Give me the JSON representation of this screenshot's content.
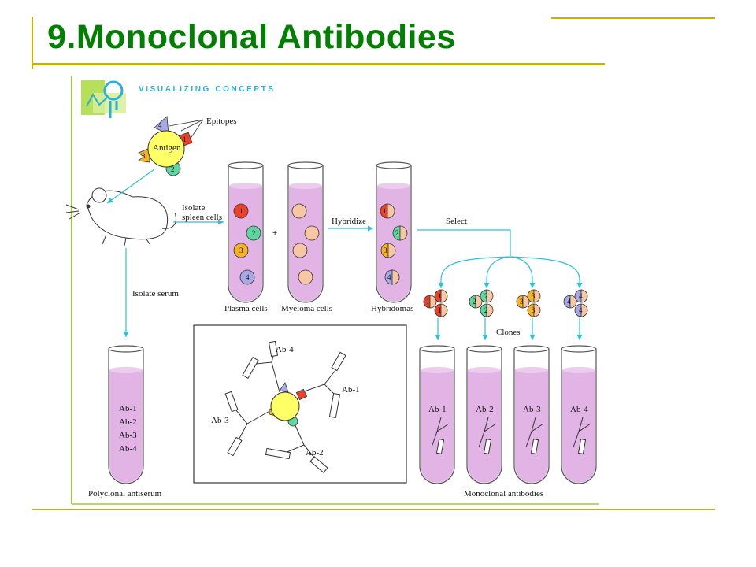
{
  "slide": {
    "title": "9.Monoclonal Antibodies",
    "accent_color": "#008000",
    "rule_color": "#c8b000"
  },
  "diagram": {
    "logo_icon": "visualizing-concepts-logo",
    "visualizing_concepts": "VISUALIZING CONCEPTS",
    "epitopes_label": "Epitopes",
    "antigen_label": "Antigen",
    "epitope_numbers": [
      "1",
      "2",
      "3",
      "4"
    ],
    "isolate_spleen": [
      "Isolate",
      "spleen cells"
    ],
    "isolate_serum": "Isolate serum",
    "plus": "+",
    "hybridize": "Hybridize",
    "select": "Select",
    "plasma_cells": "Plasma cells",
    "myeloma_cells": "Myeloma cells",
    "hybridomas": "Hybridomas",
    "clones": "Clones",
    "polyclonal_antiserum": "Polyclonal antiserum",
    "monoclonal_antibodies": "Monoclonal antibodies",
    "polyclonal_contents": [
      "Ab-1",
      "Ab-2",
      "Ab-3",
      "Ab-4"
    ],
    "monoclonal_tubes": [
      "Ab-1",
      "Ab-2",
      "Ab-3",
      "Ab-4"
    ],
    "inset_labels": [
      "Ab-4",
      "Ab-1",
      "Ab-3",
      "Ab-2"
    ],
    "colors": {
      "epitope_1": "#e8432a",
      "epitope_2": "#5ed6a0",
      "epitope_3": "#f5b323",
      "epitope_4": "#a7a8e6",
      "antigen": "#ffff66",
      "tube_fill": "#e2b4e6",
      "myeloma": "#f7c6a2",
      "arrow": "#2bc0e0"
    }
  }
}
